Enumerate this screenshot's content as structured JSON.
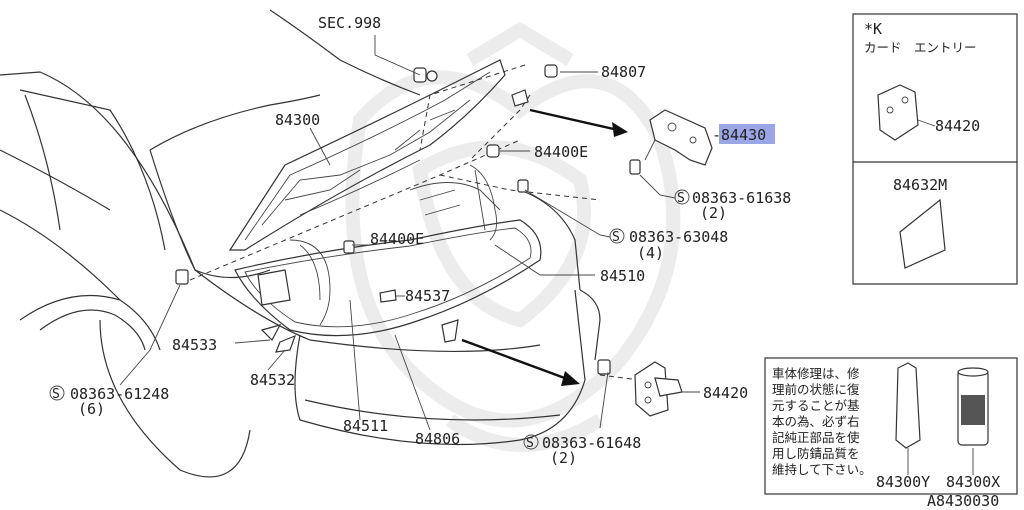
{
  "labels": {
    "sec998": "SEC.998",
    "p84807": "84807",
    "p84300": "84300",
    "p84430": "-84430",
    "p84400e_top": "84400E",
    "p84400e_mid": "84400E",
    "bolt_61638": "08363-61638",
    "bolt_61638_qty": "(2)",
    "bolt_63048": "08363-63048",
    "bolt_63048_qty": "(4)",
    "p84510": "84510",
    "p84537": "84537",
    "p84533": "84533",
    "p84532": "84532",
    "bolt_61248": "08363-61248",
    "bolt_61248_qty": "(6)",
    "p84511": "84511",
    "p84806": "84806",
    "bolt_61648": "08363-61648",
    "bolt_61648_qty": "(2)",
    "p84420_main": "84420",
    "s_mark": "S"
  },
  "inset_card": {
    "title": "*K",
    "subtitle": "カード　エントリー",
    "part": "84420",
    "part_sheet": "84632M"
  },
  "note_box": {
    "lines": [
      "車体修理は、修",
      "理前の状態に復",
      "元することが基",
      "本の為、必ず右",
      "記純正部品を使",
      "用し防錆品質を",
      "維持して下さい。"
    ],
    "part_a": "84300Y",
    "part_b": "84300X"
  },
  "diagram_code": "A8430030",
  "highlight_color": "#9aa6e6"
}
